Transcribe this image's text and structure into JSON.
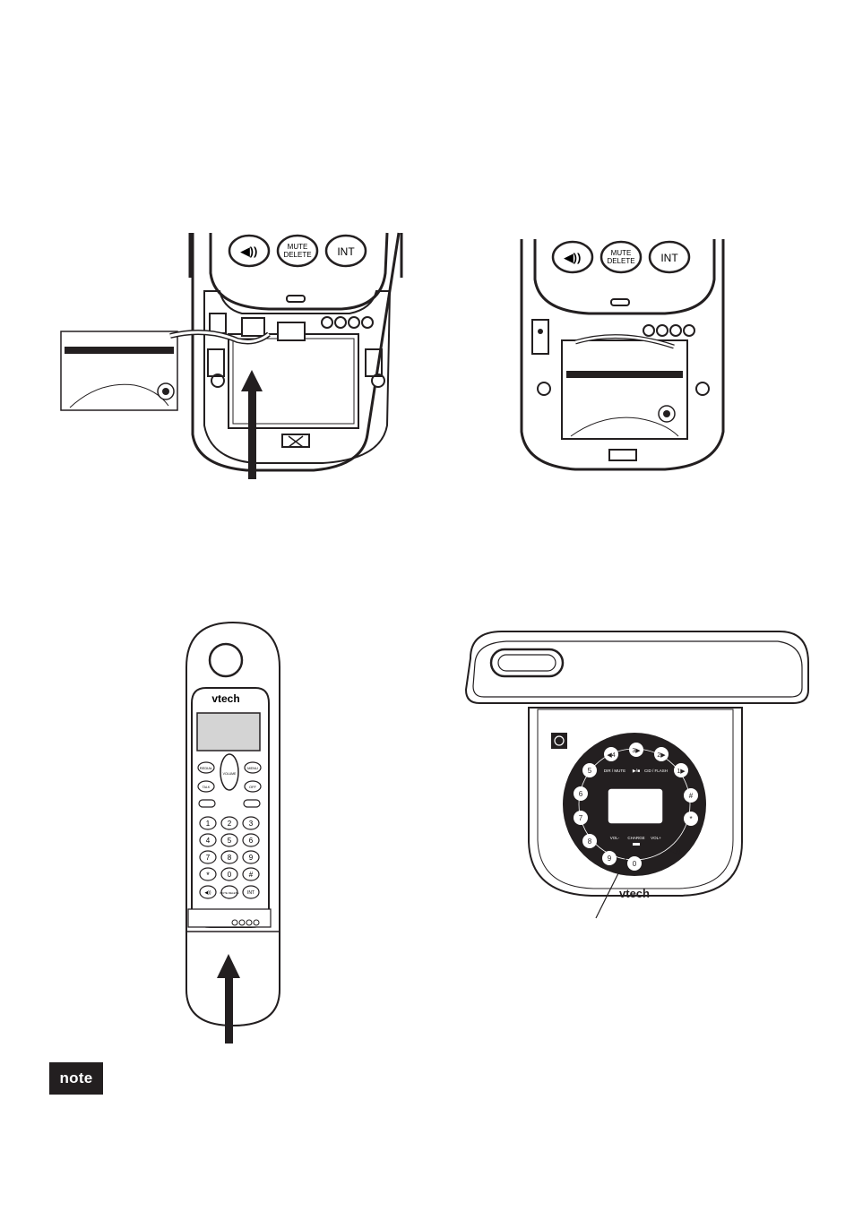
{
  "keypad": {
    "speaker_label": "◀))",
    "mute_line1": "MUTE",
    "mute_line2": "DELETE",
    "int_label": "INT"
  },
  "handset": {
    "brand": "vtech",
    "soft_keys": [
      "REDIAL",
      "MENU"
    ],
    "volume_label": "VOLUME",
    "talk_label": "TALK",
    "off_label": "OFF",
    "digits": [
      "1",
      "2",
      "3",
      "4",
      "5",
      "6",
      "7",
      "8",
      "9",
      "*",
      "0",
      "#"
    ],
    "bottom_keys": [
      "◀))",
      "MUTE DELETE",
      "INT"
    ]
  },
  "base": {
    "brand": "vtech",
    "ring_keys": [
      "◀4",
      "3▶",
      "2▶",
      "1▶",
      "5",
      "6",
      "7",
      "8",
      "9",
      "0",
      "#",
      "*"
    ],
    "center_left_label": "DIR / MUTE",
    "center_mid_label": "▶/■",
    "center_right_label": "CID / FLASH",
    "vol_down_label": "VOL-",
    "vol_up_label": "VOL+",
    "charge_label": "CHARGE"
  },
  "note": {
    "label": "note"
  }
}
